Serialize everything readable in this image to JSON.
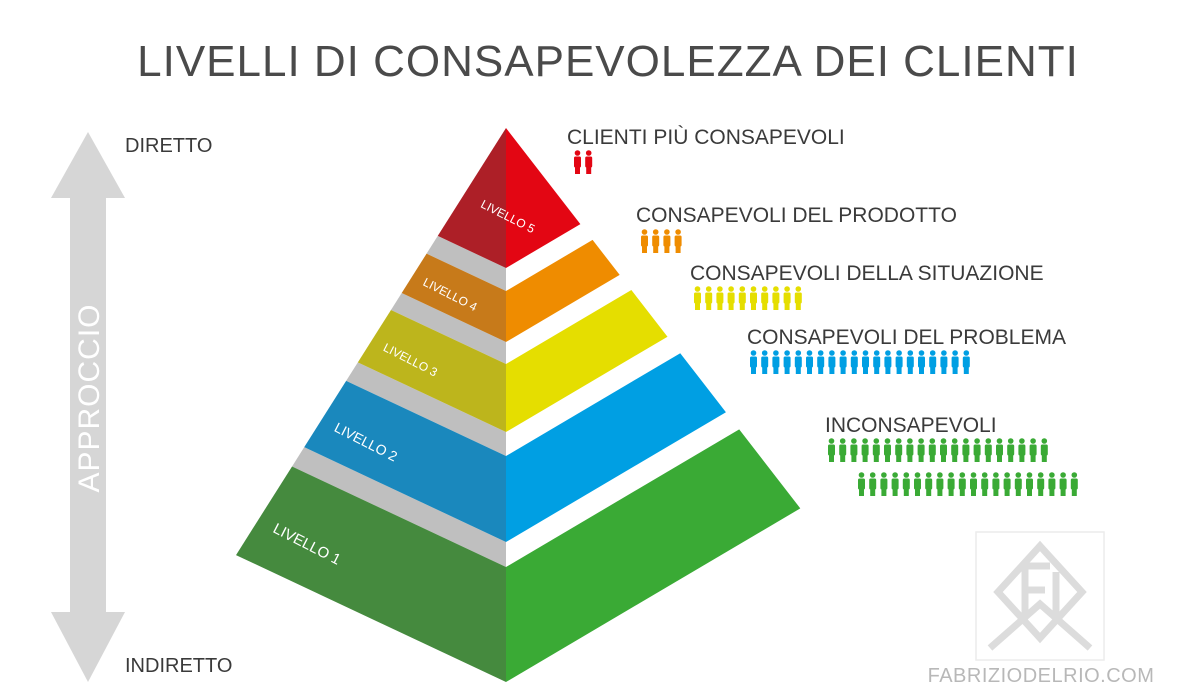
{
  "title": "LIVELLI DI CONSAPEVOLEZZA DEI CLIENTI",
  "axis": {
    "label": "APPROCCIO",
    "top": "DIRETTO",
    "bottom": "INDIRETTO"
  },
  "tiers": [
    {
      "level_label": "LIVELLO 5",
      "description": "CLIENTI PIÙ CONSAPEVOLI",
      "people_rows": [
        2
      ],
      "color_left": "#ad1f27",
      "color_right": "#e30613",
      "icon_color": "#e30613"
    },
    {
      "level_label": "LIVELLO 4",
      "description": "CONSAPEVOLI DEL PRODOTTO",
      "people_rows": [
        4
      ],
      "color_left": "#c77a1a",
      "color_right": "#ef8c00",
      "icon_color": "#ef8c00"
    },
    {
      "level_label": "LIVELLO 3",
      "description": "CONSAPEVOLI DELLA SITUAZIONE",
      "people_rows": [
        10
      ],
      "color_left": "#bdb51c",
      "color_right": "#e5de00",
      "icon_color": "#e5de00"
    },
    {
      "level_label": "LIVELLO 2",
      "description": "CONSAPEVOLI DEL PROBLEMA",
      "people_rows": [
        20
      ],
      "color_left": "#1a88bd",
      "color_right": "#009fe3",
      "icon_color": "#009fe3"
    },
    {
      "level_label": "LIVELLO 1",
      "description": "INCONSAPEVOLI",
      "people_rows": [
        20,
        20
      ],
      "color_left": "#458a3e",
      "color_right": "#3aaa35",
      "icon_color": "#3aaa35"
    }
  ],
  "colors": {
    "separator_left": "#bfbfbf",
    "separator_right": "#ffffff",
    "arrow": "#d6d6d6",
    "text": "#3a3a3a"
  },
  "watermark": {
    "text": "FABRIZIODELRIO.COM"
  }
}
